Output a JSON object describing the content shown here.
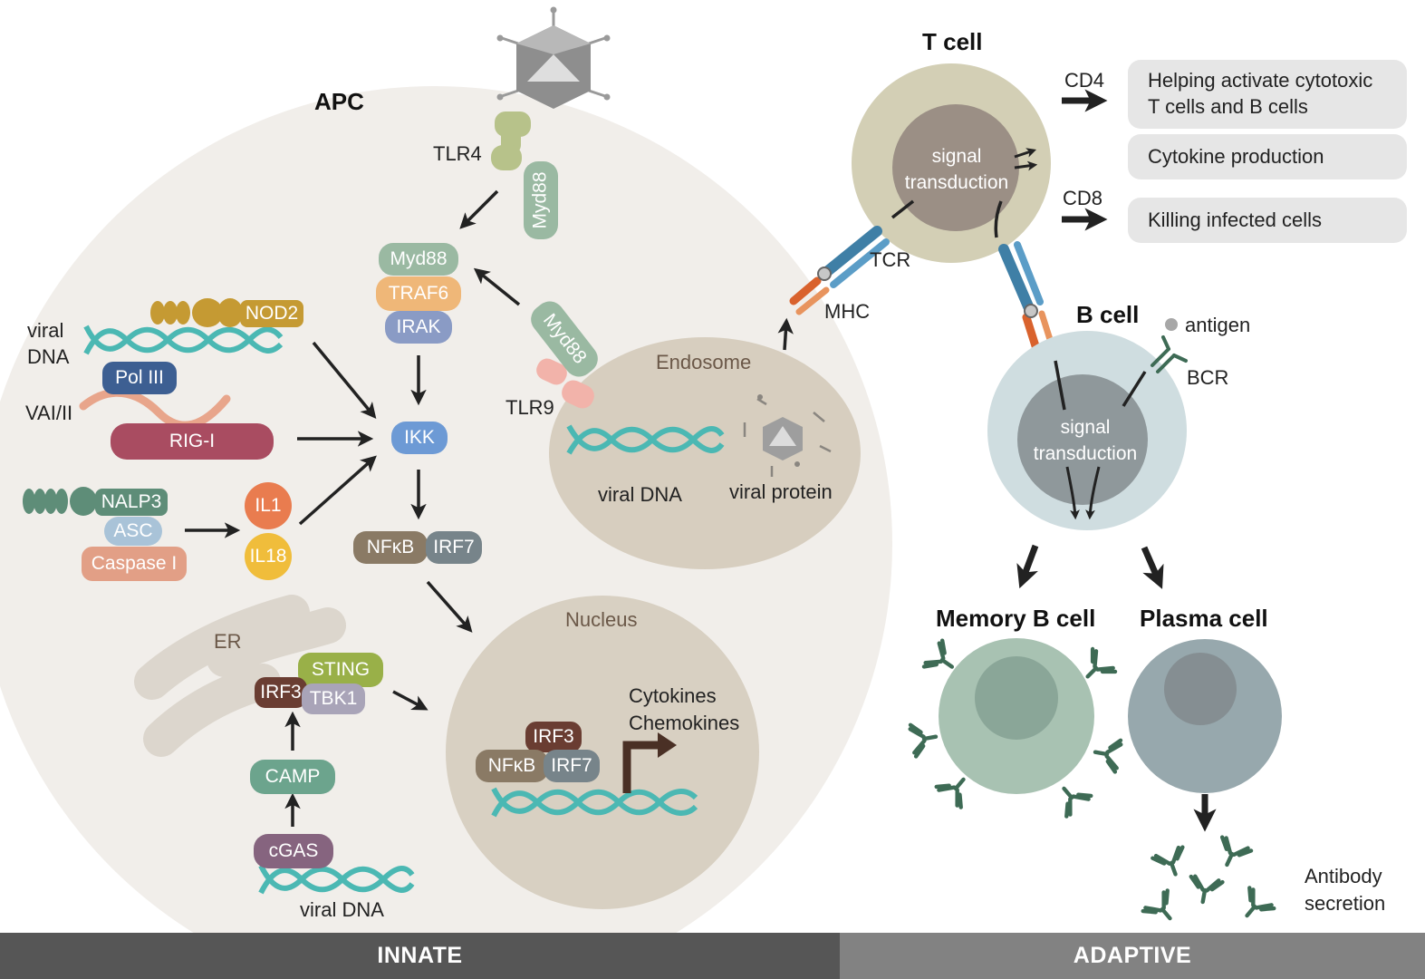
{
  "colors": {
    "apc_cell": "#f1eeea",
    "endosome": "#d7cebf",
    "nucleus": "#d8d0c2",
    "er": "#dcd6cd",
    "dna": "#4bb8b3",
    "arrow": "#222222",
    "t_cell_outer": "#d3cfb5",
    "t_cell_inner": "#9b8f85",
    "b_cell_outer": "#cfdde0",
    "b_cell_inner": "#8f989b",
    "memory_cell": "#a8c2b2",
    "plasma_cell": "#97a8ad",
    "antibody": "#3e6b55",
    "innate_bar": "#565656",
    "adaptive_bar": "#828282"
  },
  "labels": {
    "apc": "APC",
    "tlr4": "TLR4",
    "tlr9": "TLR9",
    "viral_dna_left": "viral\nDNA",
    "vai": "VAI/II",
    "endosome": "Endosome",
    "endosome_viral_dna": "viral DNA",
    "viral_protein": "viral protein",
    "nucleus": "Nucleus",
    "cytokines": "Cytokines\nChemokines",
    "er": "ER",
    "bottom_viral_dna": "viral DNA",
    "mhc": "MHC",
    "tcr": "TCR",
    "t_cell": "T cell",
    "t_signal": "signal\ntransduction",
    "cd4": "CD4",
    "cd8": "CD8",
    "b_cell": "B cell",
    "antigen": "antigen",
    "bcr": "BCR",
    "b_signal": "signal\ntransduction",
    "memory_b": "Memory B cell",
    "plasma": "Plasma cell",
    "antibody_secretion": "Antibody\nsecretion"
  },
  "proteins": {
    "myd88_receptor": "Myd88",
    "myd88": "Myd88",
    "traf6": "TRAF6",
    "irak": "IRAK",
    "myd88_tlr9": "Myd88",
    "nod2": "NOD2",
    "pol3": "Pol III",
    "rig1": "RIG-I",
    "ikk": "IKK",
    "nalp3": "NALP3",
    "asc": "ASC",
    "caspase": "Caspase I",
    "il1": "IL1",
    "il18": "IL18",
    "nfkb": "NFκB",
    "irf7": "IRF7",
    "sting": "STING",
    "irf3": "IRF3",
    "tbk1": "TBK1",
    "camp": "CAMP",
    "cgas": "cGAS",
    "nuc_irf3": "IRF3",
    "nuc_nfkb": "NFκB",
    "nuc_irf7": "IRF7"
  },
  "outcomes": {
    "helping": "Helping activate cytotoxic\nT cells and B cells",
    "cytokine": "Cytokine production",
    "killing": "Killing infected cells"
  },
  "footer": {
    "innate": "INNATE",
    "adaptive": "ADAPTIVE"
  }
}
